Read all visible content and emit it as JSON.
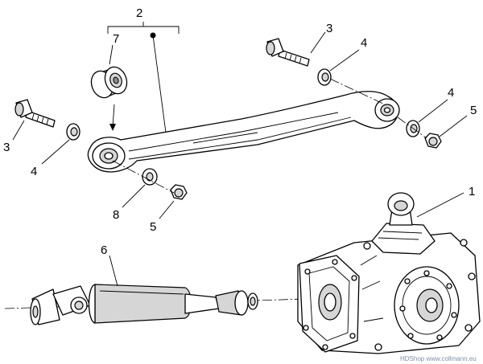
{
  "callouts": {
    "c1": "1",
    "c2": "2",
    "c3a": "3",
    "c3b": "3",
    "c4a": "4",
    "c4b": "4",
    "c4c": "4",
    "c5a": "5",
    "c5b": "5",
    "c6": "6",
    "c7": "7",
    "c8": "8"
  },
  "watermark": "HDShop www.collmann.eu"
}
